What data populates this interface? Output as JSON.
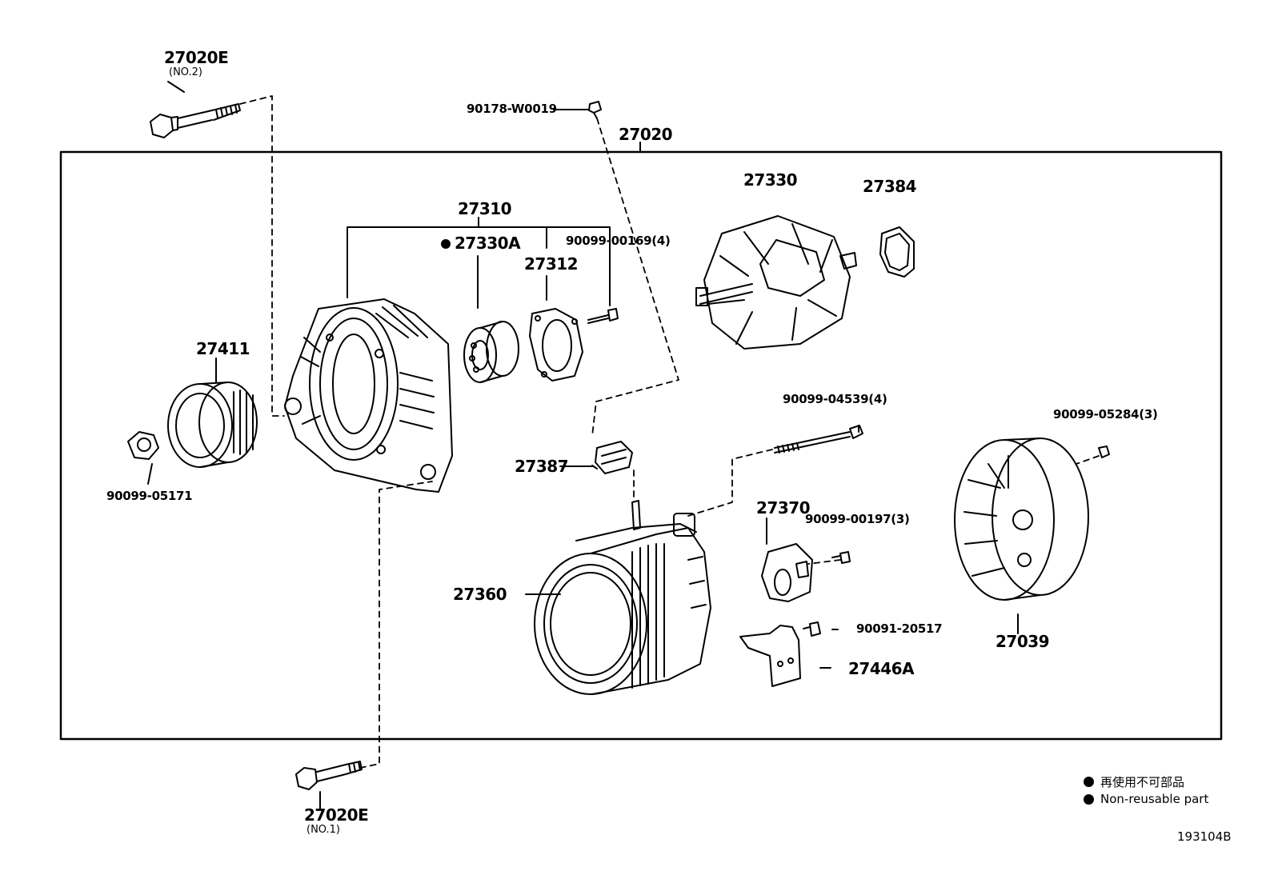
{
  "parts": {
    "p27020": "27020",
    "p27020e_top": "27020E",
    "p27020e_top_sub": "(NO.2)",
    "p27020e_bot": "27020E",
    "p27020e_bot_sub": "(NO.1)",
    "p90178": "90178-W0019",
    "p27310": "27310",
    "p27330a": "27330A",
    "p27312": "27312",
    "p90099_00169": "90099-00169(4)",
    "p27330": "27330",
    "p27384": "27384",
    "p27411": "27411",
    "p90099_05171": "90099-05171",
    "p27387": "27387",
    "p90099_04539": "90099-04539(4)",
    "p90099_05284": "90099-05284(3)",
    "p27370": "27370",
    "p90099_00197": "90099-00197(3)",
    "p27360": "27360",
    "p90091_20517": "90091-20517",
    "p27446a": "27446A",
    "p27039": "27039"
  },
  "legend": {
    "jp": "再使用不可部品",
    "en": "Non-reusable part"
  },
  "diagram_code": "193104B"
}
